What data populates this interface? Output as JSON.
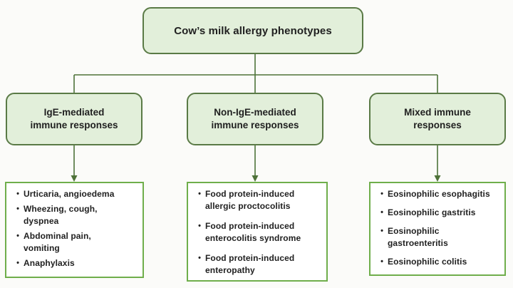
{
  "diagram": {
    "root": {
      "label": "Cow’s milk allergy phenotypes"
    },
    "bullet_glyph": "•",
    "branches": [
      {
        "label": "IgE-mediated\nimmune responses",
        "items": [
          "Urticaria, angioedema",
          "Wheezing, cough,\ndyspnea",
          "Abdominal pain,\nvomiting",
          "Anaphylaxis"
        ]
      },
      {
        "label": "Non-IgE-mediated\nimmune responses",
        "items": [
          "Food protein-induced\nallergic proctocolitis",
          "Food protein-induced\nenterocolitis syndrome",
          "Food protein-induced\nenteropathy"
        ]
      },
      {
        "label": "Mixed immune\nresponses",
        "items": [
          "Eosinophilic esophagitis",
          "Eosinophilic gastritis",
          "Eosinophilic\ngastroenteritis",
          "Eosinophilic colitis"
        ]
      }
    ]
  },
  "colors": {
    "node_fill": "#e2efda",
    "node_border": "#5a7a46",
    "list_border": "#6fae4b",
    "connector": "#4e7239",
    "text": "#212121",
    "background": "#fbfbf9"
  }
}
